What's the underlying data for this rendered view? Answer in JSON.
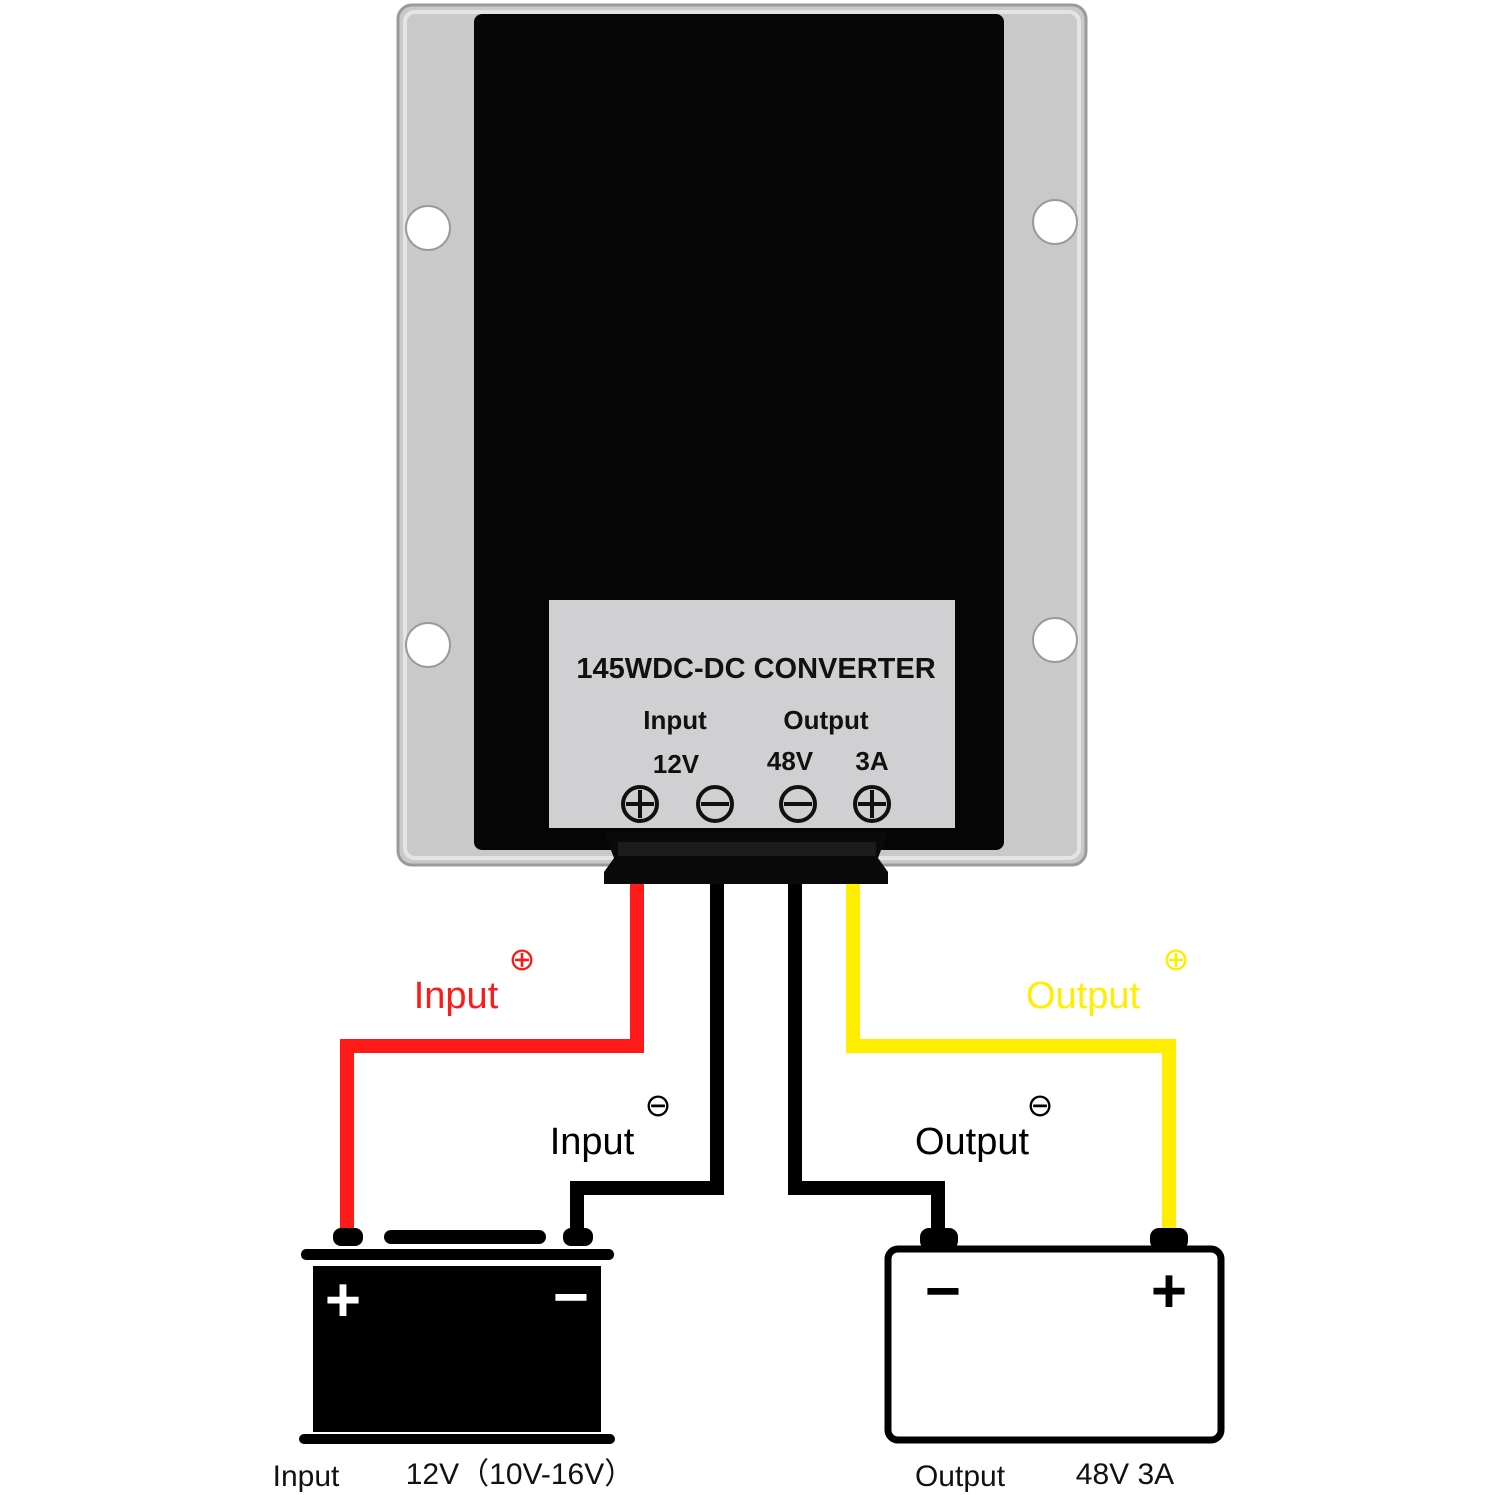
{
  "converter": {
    "label_title": "145WDC-DC CONVERTER",
    "label_input": "Input",
    "label_output": "Output",
    "label_input_voltage": "12V",
    "label_output_voltage": "48V",
    "label_output_current": "3A",
    "terminal_symbols": [
      "⊕",
      "⊖",
      "⊖",
      "⊕"
    ]
  },
  "wires": {
    "input_positive": {
      "label": "Input",
      "polarity": "⊕",
      "color": "#ff1a1a"
    },
    "input_negative": {
      "label": "Input",
      "polarity": "⊖",
      "color": "#000000"
    },
    "output_negative": {
      "label": "Output",
      "polarity": "⊖",
      "color": "#000000"
    },
    "output_positive": {
      "label": "Output",
      "polarity": "⊕",
      "color": "#ffee00"
    }
  },
  "input_battery": {
    "plus_sign": "+",
    "minus_sign": "−",
    "caption_label": "Input",
    "caption_value": "12V（10V-16V）"
  },
  "output_battery": {
    "plus_sign": "+",
    "minus_sign": "−",
    "caption_label": "Output",
    "caption_value": "48V 3A"
  },
  "colors": {
    "housing": "#c9c9c9",
    "body": "#050505",
    "label_plate": "#d0d0d2",
    "wire_red": "#ff1a1a",
    "wire_yellow": "#ffee00",
    "wire_black": "#000000"
  }
}
